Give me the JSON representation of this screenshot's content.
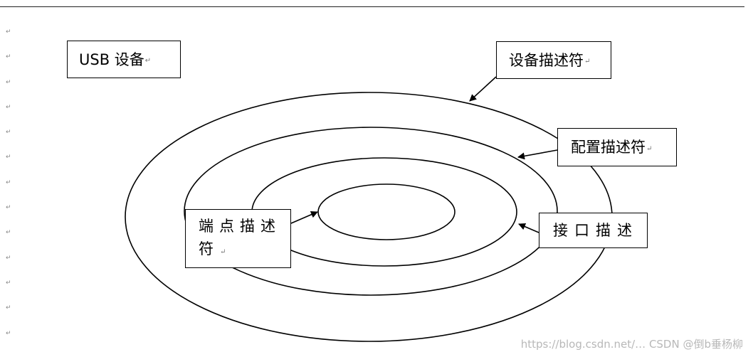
{
  "labels": {
    "usb_device": "USB 设备",
    "device_descriptor": "设备描述符",
    "config_descriptor": "配置描述符",
    "interface_descriptor": "接口描述",
    "endpoint_descriptor_line1": "端点描述",
    "endpoint_descriptor_line2": "符"
  },
  "paragraph_mark": "↵",
  "watermark": "https://blog.csdn.net/… CSDN @倒b垂杨柳"
}
